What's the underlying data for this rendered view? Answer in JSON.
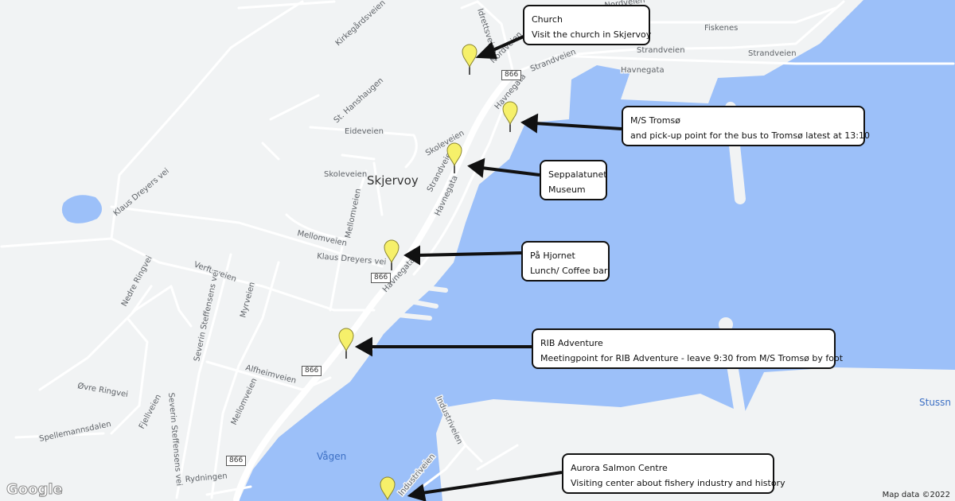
{
  "map": {
    "colors": {
      "land": "#f1f3f4",
      "water": "#9cc0f9",
      "road": "#ffffff",
      "marker": "#f6f06a"
    },
    "place_label": "Skjervoy",
    "water_label": "Vågen",
    "edge_label": "Stussn",
    "route_shield": "866",
    "streets": {
      "kirkegardsveien": "Kirkegårdsveien",
      "idrettsveien": "Idrettsveien",
      "nordveien": "Nordveien",
      "nordveien2": "Nordveien",
      "fiskenes": "Fiskenes",
      "strandveien1": "Strandveien",
      "strandveien2": "Strandveien",
      "strandveien3": "Strandveien",
      "strandveien4": "Strandveien",
      "havnegata1": "Havnegata",
      "havnegata2": "Havnegata",
      "havnegata3": "Havnegata",
      "havnegata4": "Havnegata",
      "st_hanshaugen": "St. Hanshaugen",
      "eideveien": "Eideveien",
      "skoleveien1": "Skoleveien",
      "skoleveien2": "Skoleveien",
      "klaus1": "Klaus Dreyers vei",
      "klaus2": "Klaus Dreyers vei",
      "mellomveien1": "Mellomveien",
      "mellomveien2": "Mellomveien",
      "mellomveien3": "Mellomveien",
      "verftsveien": "Verftsveien",
      "nedre_ringvei": "Nedre Ringvei",
      "severin1": "Severin Steffensens vei",
      "severin2": "Severin Steffensens vei",
      "myrveien": "Myrveien",
      "alfheimveien": "Alfheimveien",
      "ovre_ringvei": "Øvre Ringvei",
      "fjellveien": "Fjellveien",
      "spellemannsdalen": "Spellemannsdalen",
      "rydningen": "Rydningen",
      "industriveien1": "Industriveien",
      "industriveien2": "Industriveien"
    },
    "google_logo": "Google",
    "attribution": "Map data ©2022"
  },
  "markers": [
    {
      "title": "Church",
      "description": "Visit the church in Skjervoy"
    },
    {
      "title": "M/S Tromsø",
      "description": "and pick-up point for the bus to Tromsø latest at 13:10"
    },
    {
      "title": "Seppalatunet",
      "description": "Museum"
    },
    {
      "title": "På Hjornet",
      "description": "Lunch/ Coffee bar"
    },
    {
      "title": "RIB Adventure",
      "description": "Meetingpoint for RIB Adventure - leave 9:30 from M/S Tromsø by foot"
    },
    {
      "title": "Aurora Salmon Centre",
      "description": "Visiting center about fishery industry and history"
    }
  ]
}
